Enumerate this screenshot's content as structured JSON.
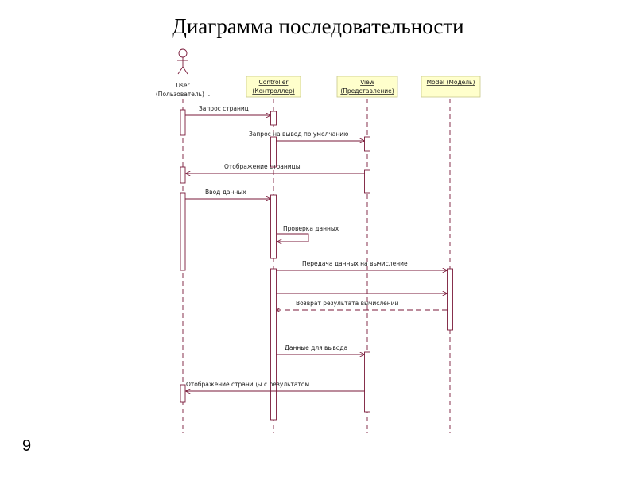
{
  "slide": {
    "title": "Диаграмма последовательности",
    "page_number": "9"
  },
  "colors": {
    "line": "#7a1a3a",
    "header_fill": "#ffffcc",
    "header_border": "#c8c88a"
  },
  "participants": [
    {
      "id": "user",
      "kind": "actor",
      "label_line1": "User",
      "label_line2": "(Пользователь) .."
    },
    {
      "id": "controller",
      "kind": "object",
      "label_line1": "Controller",
      "label_line2": "(Контроллер)"
    },
    {
      "id": "view",
      "kind": "object",
      "label_line1": "View",
      "label_line2": "(Представление)"
    },
    {
      "id": "model",
      "kind": "object",
      "label_line1": "Model (Модель)",
      "label_line2": ""
    }
  ],
  "messages": [
    {
      "from": "user",
      "to": "controller",
      "text": "Запрос страниц",
      "style": "solid"
    },
    {
      "from": "controller",
      "to": "view",
      "text": "Запрос на вывод по умолчанию",
      "style": "solid"
    },
    {
      "from": "view",
      "to": "user",
      "text": "Отображение страницы",
      "style": "solid"
    },
    {
      "from": "user",
      "to": "controller",
      "text": "Ввод данных",
      "style": "solid"
    },
    {
      "from": "controller",
      "to": "controller",
      "text": "Проверка данных",
      "style": "self"
    },
    {
      "from": "controller",
      "to": "model",
      "text": "Передача данных на вычисление",
      "style": "solid"
    },
    {
      "from": "controller",
      "to": "model",
      "text": "",
      "style": "solid"
    },
    {
      "from": "model",
      "to": "controller",
      "text": "Возврат результата вычислений",
      "style": "dashed"
    },
    {
      "from": "controller",
      "to": "view",
      "text": "Данные для вывода",
      "style": "solid"
    },
    {
      "from": "view",
      "to": "user",
      "text": "Отображение страницы с результатом",
      "style": "solid"
    }
  ]
}
